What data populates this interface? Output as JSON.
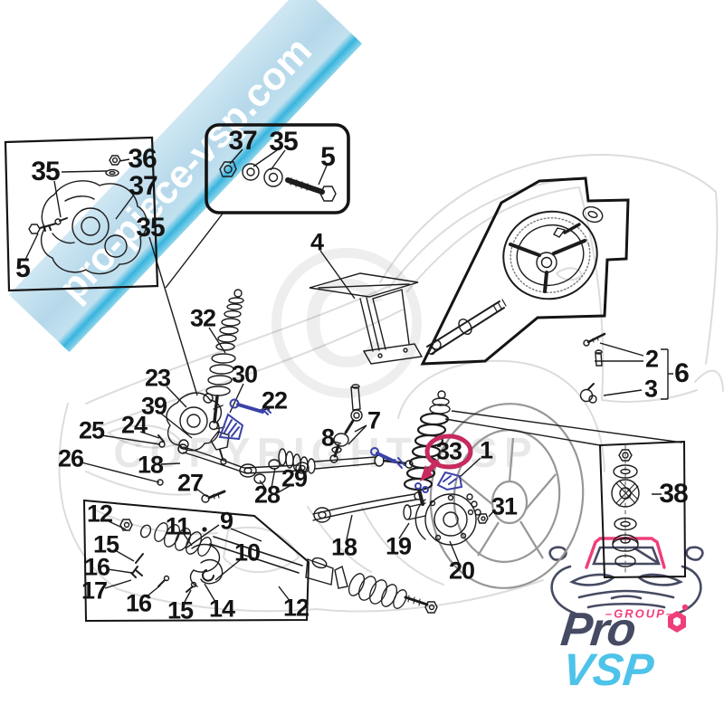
{
  "watermark": {
    "site": "pro-piece-vsp.com"
  },
  "background_watermark": {
    "symbol": "©",
    "text": "COPYRIGHT VSP"
  },
  "logo": {
    "group_label": "–GROUP–",
    "brand_top": "Pro",
    "brand_bottom": "VSP"
  },
  "colors": {
    "highlight_red": "#c62a5e",
    "part_blue": "#3a41a8",
    "band_blue": "#b5d8ea",
    "band_stripe": "#38b4de",
    "logo_navy": "#464b63",
    "logo_cyan": "#4ec3ea",
    "logo_pink": "#ef3f7b"
  },
  "nums": {
    "1": "1",
    "2": "2",
    "3": "3",
    "4": "4",
    "5": "5",
    "6": "6",
    "7": "7",
    "8": "8",
    "9": "9",
    "10": "10",
    "11": "11",
    "12": "12",
    "14": "14",
    "15": "15",
    "16": "16",
    "17": "17",
    "18": "18",
    "19": "19",
    "20": "20",
    "22": "22",
    "23": "23",
    "24": "24",
    "25": "25",
    "26": "26",
    "27": "27",
    "28": "28",
    "29": "29",
    "30": "30",
    "31": "31",
    "32": "32",
    "33": "33",
    "35": "35",
    "36": "36",
    "37": "37",
    "38": "38",
    "39": "39"
  }
}
